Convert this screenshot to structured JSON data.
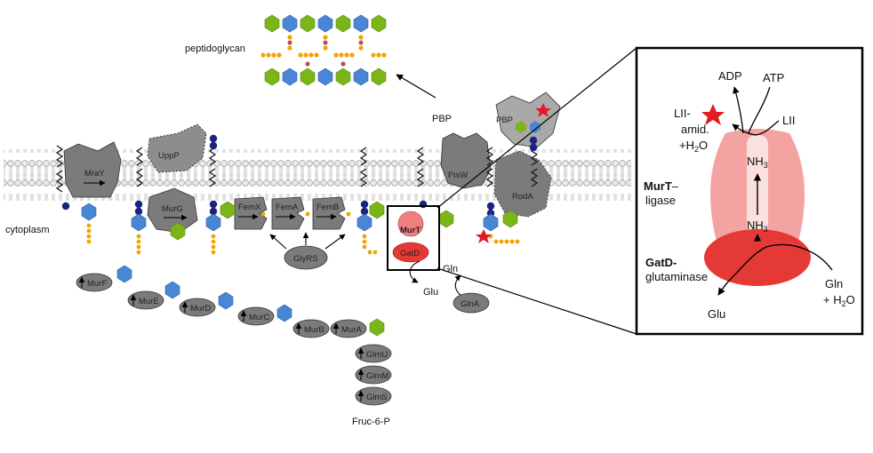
{
  "labels": {
    "peptidoglycan": "peptidoglycan",
    "cytoplasm": "cytoplasm",
    "pbp_outer": "PBP",
    "pbp_complex": "PBP",
    "fruc": "Fruc-6-P",
    "gln": "Gln",
    "glu": "Glu"
  },
  "enzymes": {
    "mray": "MraY",
    "uppp": "UppP",
    "murg": "MurG",
    "femx": "FemX",
    "fema": "FemA",
    "femb": "FemB",
    "glyrs": "GlyRS",
    "ftsw": "FtsW",
    "roda": "RodA",
    "murt": "MurT",
    "gatd": "GatD",
    "glna": "GlnA",
    "murf": "MurF",
    "mure": "MurE",
    "murd": "MurD",
    "murc": "MurC",
    "murb": "MurB",
    "mura": "MurA",
    "glmu": "GlmU",
    "glmm": "GlmM",
    "glms": "GlmS"
  },
  "inset": {
    "adp": "ADP",
    "atp": "ATP",
    "lii_amid_1": "LII-",
    "lii_amid_2": "amid.",
    "lii_amid_3": "+H",
    "lii_amid_sub": "2",
    "lii_amid_4": "O",
    "lii": "LII",
    "nh3_top": "NH",
    "nh3_top_sub": "3",
    "nh3_bottom": "NH",
    "nh3_bottom_sub": "3",
    "murt_title": "MurT",
    "murt_dash": "–",
    "murt_role": "ligase",
    "gatd_title": "GatD-",
    "gatd_role": "glutaminase",
    "gln": "Gln",
    "gln_water": "+ H",
    "gln_water_sub": "2",
    "gln_water_o": "O",
    "glu": "Glu"
  },
  "colors": {
    "enzyme_gray": "#7b7b7b",
    "glcnac_green": "#7cb518",
    "murnac_blue": "#4a86d6",
    "lipid_navy": "#1a237e",
    "peptide_orange": "#f4a300",
    "murt_pink": "#f08080",
    "gatd_red": "#e53935",
    "membrane_gray": "#c8c8c8"
  },
  "icons": [
    "star-icon",
    "arrow-icon",
    "hexagon-sugar-icon"
  ]
}
